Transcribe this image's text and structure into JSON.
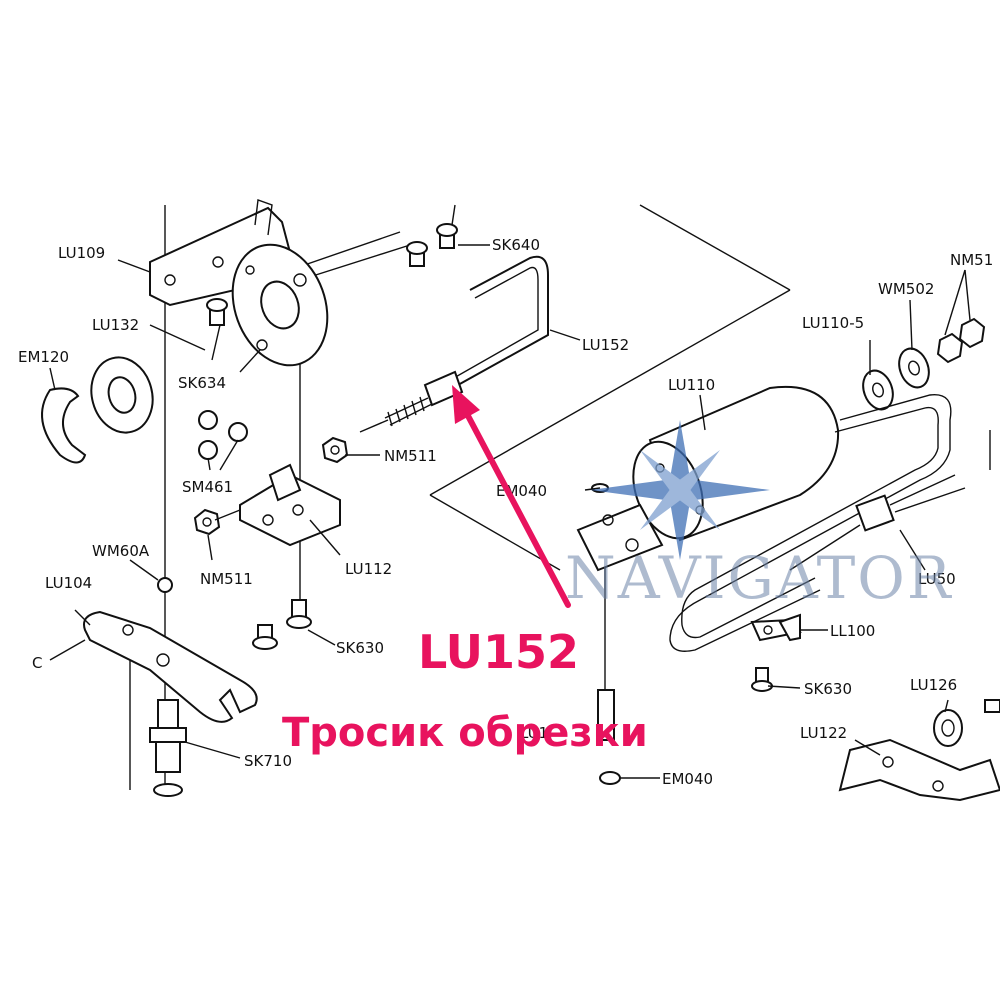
{
  "diagram": {
    "labels": [
      {
        "id": "LU109",
        "text": "LU109"
      },
      {
        "id": "SK640",
        "text": "SK640"
      },
      {
        "id": "LU132",
        "text": "LU132"
      },
      {
        "id": "EM120",
        "text": "EM120"
      },
      {
        "id": "SK634",
        "text": "SK634"
      },
      {
        "id": "LU152",
        "text": "LU152"
      },
      {
        "id": "NM511a",
        "text": "NM511"
      },
      {
        "id": "SM461",
        "text": "SM461"
      },
      {
        "id": "EM040a",
        "text": "EM040"
      },
      {
        "id": "LU110",
        "text": "LU110"
      },
      {
        "id": "LU110_5",
        "text": "LU110-5"
      },
      {
        "id": "WM502",
        "text": "WM502"
      },
      {
        "id": "NM51",
        "text": "NM51"
      },
      {
        "id": "WM60A",
        "text": "WM60A"
      },
      {
        "id": "LU104",
        "text": "LU104"
      },
      {
        "id": "NM511b",
        "text": "NM511"
      },
      {
        "id": "LU112",
        "text": "LU112"
      },
      {
        "id": "C",
        "text": "C"
      },
      {
        "id": "SK630a",
        "text": "SK630"
      },
      {
        "id": "LU50",
        "text": "LU50"
      },
      {
        "id": "LL100",
        "text": "LL100"
      },
      {
        "id": "SK630b",
        "text": "SK630"
      },
      {
        "id": "LU126",
        "text": "LU126"
      },
      {
        "id": "LU122",
        "text": "LU122"
      },
      {
        "id": "SK710",
        "text": "SK710"
      },
      {
        "id": "LU1x",
        "text": "LU1"
      },
      {
        "id": "EM040b",
        "text": "EM040"
      }
    ],
    "highlight": {
      "part_code": "LU152",
      "description": "Тросик обрезки",
      "color": "#e8135e"
    },
    "watermark": {
      "text": "NAVIGATOR",
      "color": "#6d84a8",
      "icon": "compass-star-icon"
    }
  }
}
